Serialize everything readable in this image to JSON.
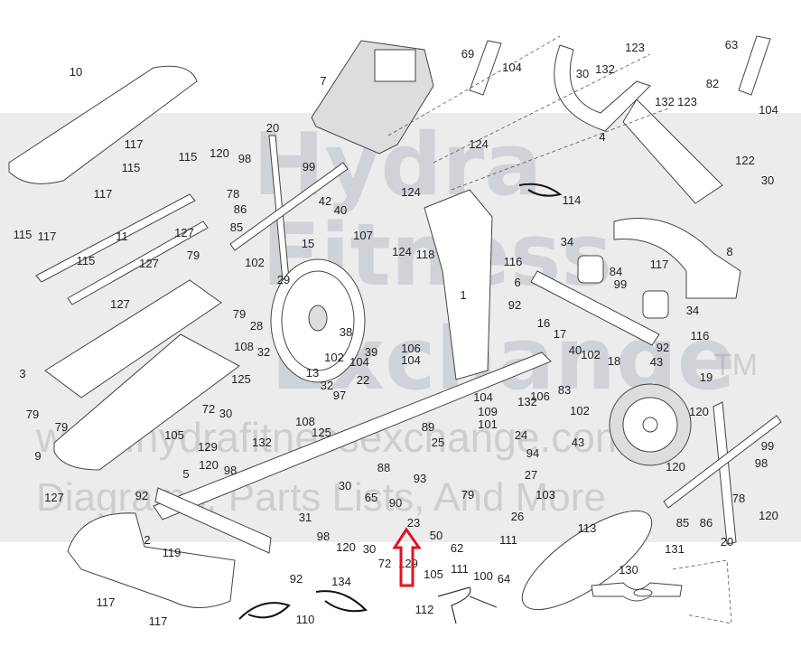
{
  "watermark": {
    "brand_line1": "Hydra",
    "brand_line2": "Fitness",
    "brand_line3": "Exchange",
    "trademark": "TM",
    "website": "www.hydrafitnessexchange.com",
    "tagline": "Diagrams, Parts Lists, And More"
  },
  "colors": {
    "band": "#ececec",
    "arrow": "#e0141e",
    "line": "#444444"
  },
  "highlighted_part": "23",
  "labels": [
    "10",
    "7",
    "69",
    "104",
    "30",
    "132",
    "123",
    "63",
    "82",
    "104",
    "132",
    "123",
    "4",
    "122",
    "30",
    "124",
    "124",
    "114",
    "117",
    "115",
    "117",
    "115",
    "120",
    "98",
    "99",
    "20",
    "78",
    "42",
    "40",
    "86",
    "85",
    "115",
    "117",
    "11",
    "127",
    "127",
    "79",
    "107",
    "15",
    "124",
    "118",
    "115",
    "102",
    "29",
    "34",
    "116",
    "84",
    "117",
    "8",
    "6",
    "99",
    "1",
    "127",
    "79",
    "92",
    "34",
    "28",
    "38",
    "116",
    "16",
    "17",
    "39",
    "106",
    "92",
    "108",
    "32",
    "40",
    "102",
    "18",
    "43",
    "102",
    "104",
    "104",
    "3",
    "125",
    "13",
    "22",
    "19",
    "106",
    "83",
    "104",
    "132",
    "32",
    "97",
    "79",
    "108",
    "125",
    "109",
    "101",
    "102",
    "79",
    "72",
    "30",
    "120",
    "89",
    "105",
    "129",
    "24",
    "25",
    "132",
    "43",
    "94",
    "9",
    "120",
    "98",
    "99",
    "120",
    "98",
    "88",
    "93",
    "27",
    "103",
    "127",
    "5",
    "92",
    "30",
    "65",
    "79",
    "90",
    "78",
    "31",
    "26",
    "23",
    "98",
    "120",
    "50",
    "85",
    "86",
    "120",
    "2",
    "119",
    "30",
    "72",
    "129",
    "105",
    "62",
    "111",
    "111",
    "100",
    "64",
    "113",
    "20",
    "131",
    "130",
    "92",
    "117",
    "134",
    "110",
    "112",
    "117"
  ]
}
